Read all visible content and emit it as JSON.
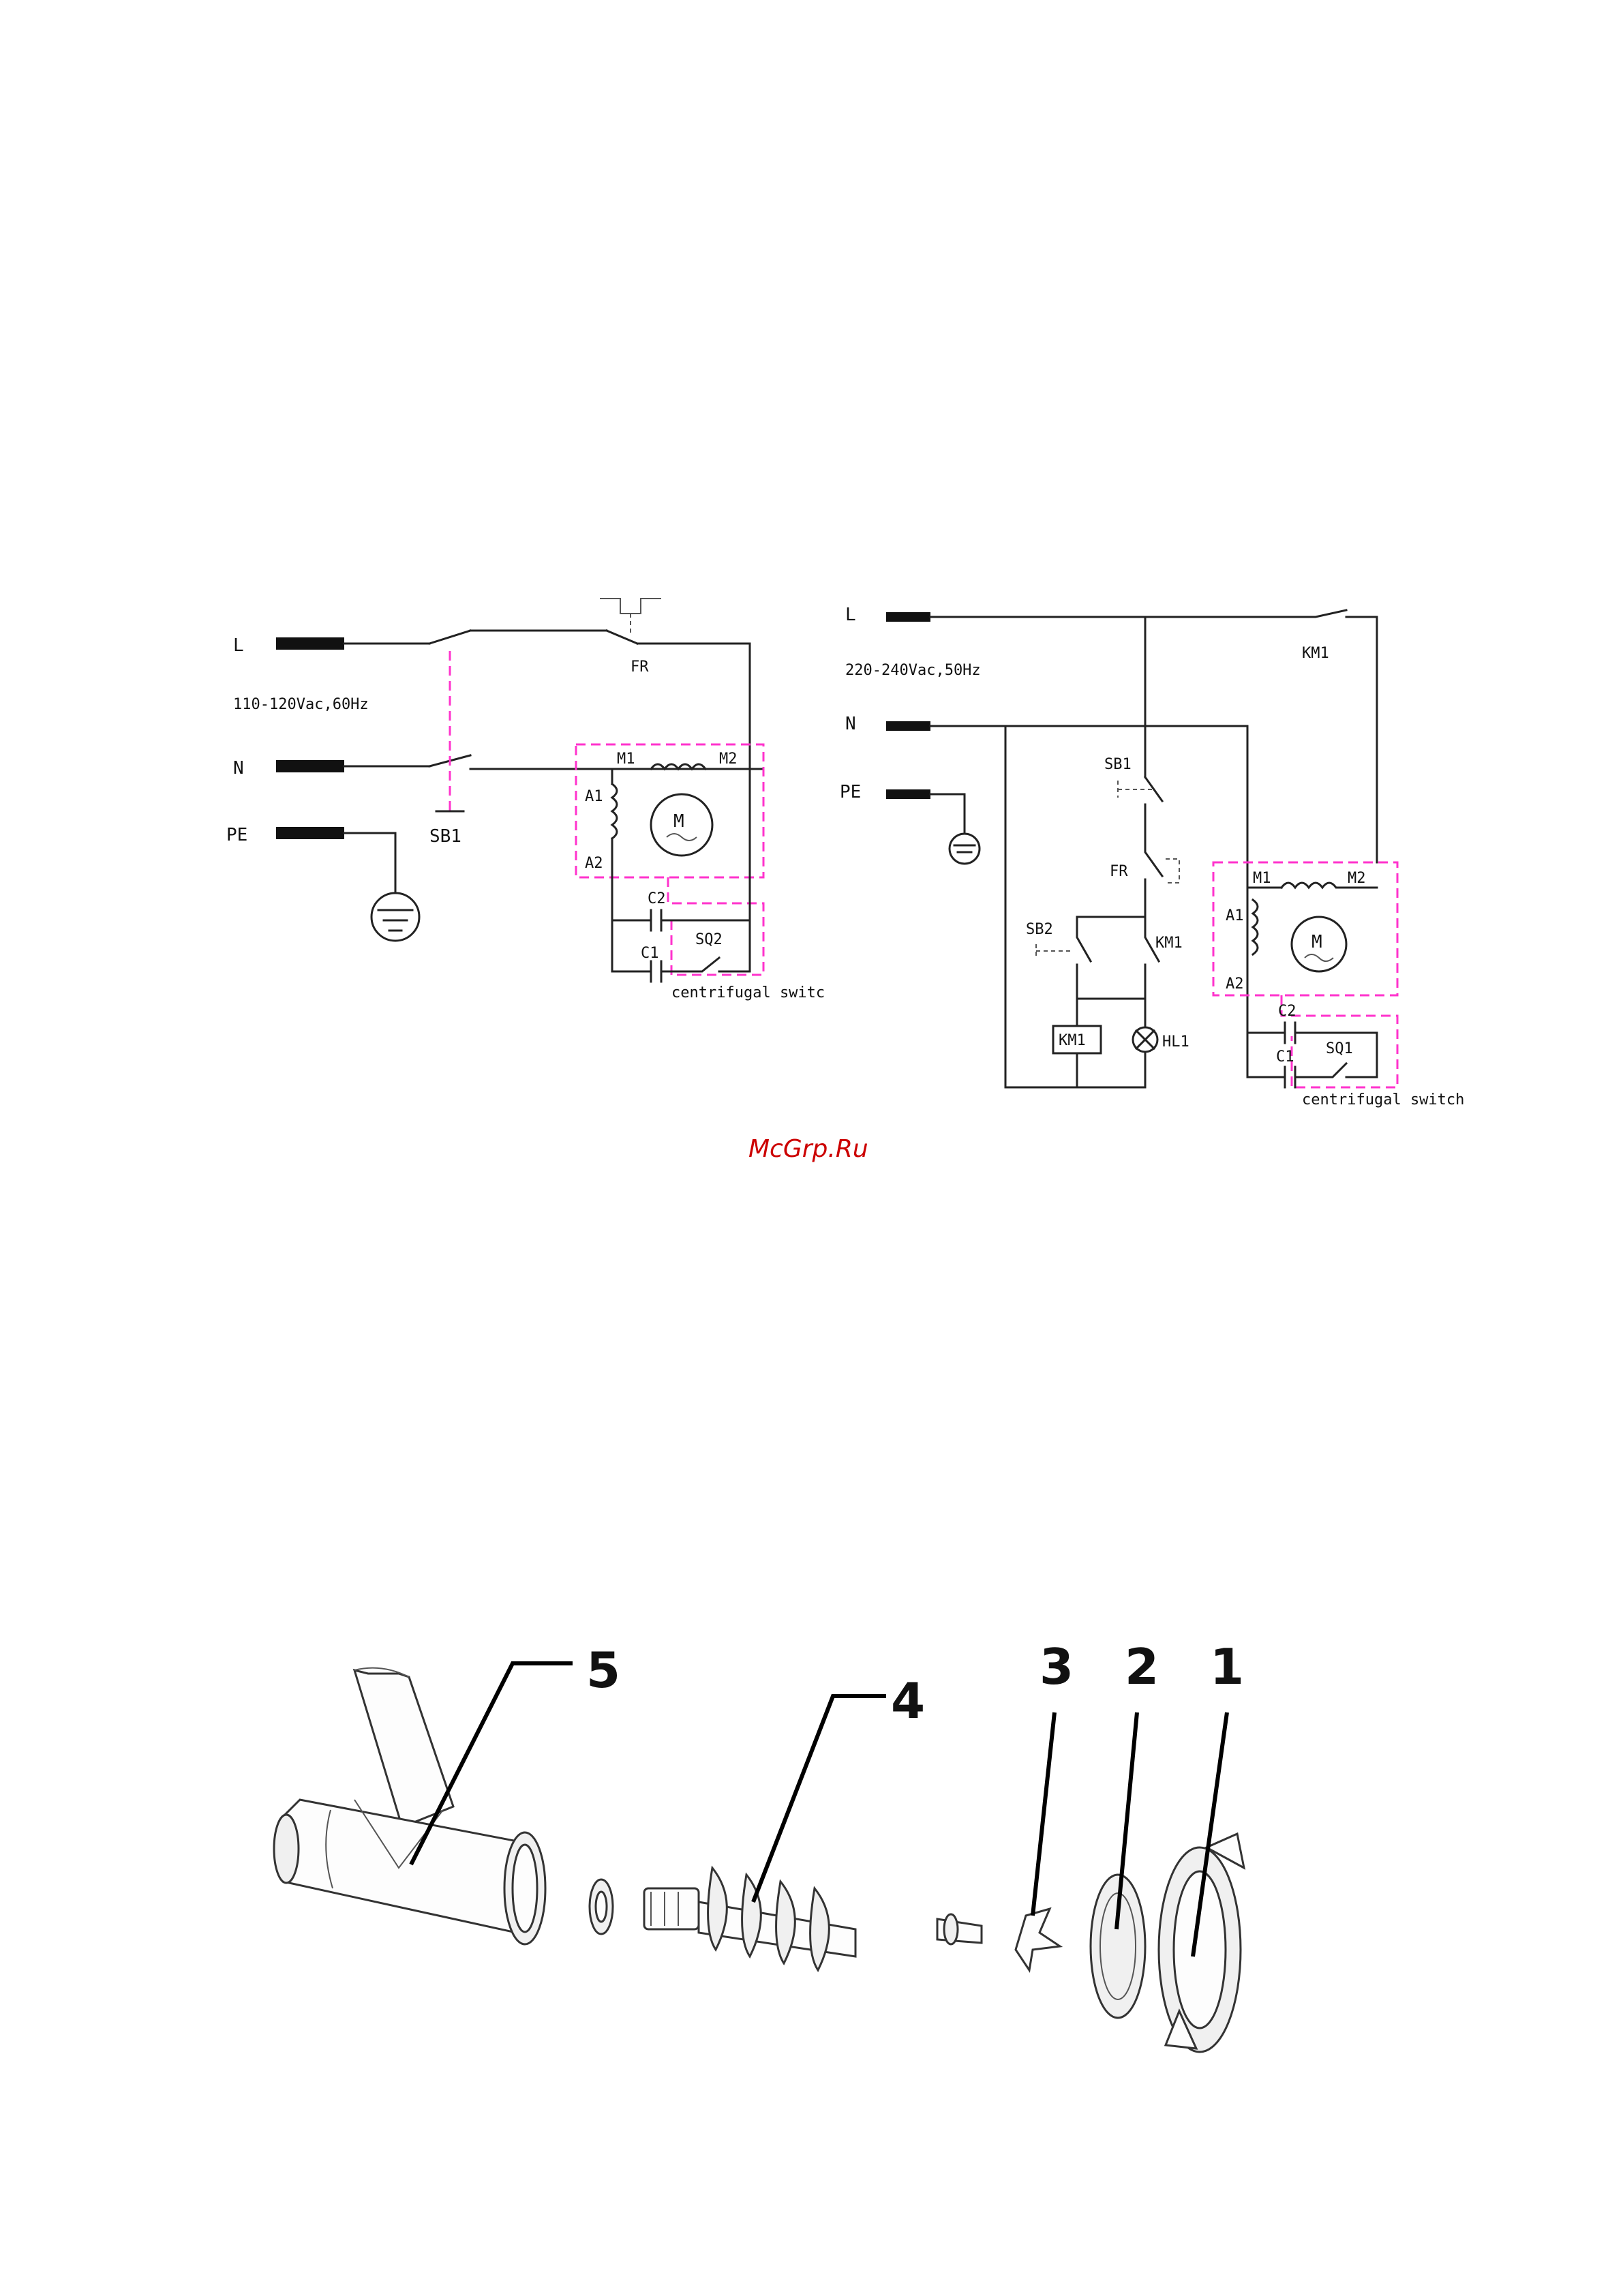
{
  "diagram_left": {
    "terminals": {
      "l": "L",
      "n": "N",
      "pe": "PE"
    },
    "supply": "110-120Vac,60Hz",
    "components": {
      "fr": "FR",
      "sb1": "SB1",
      "m1": "M1",
      "m2": "M2",
      "a1": "A1",
      "a2": "A2",
      "c1": "C1",
      "c2": "C2",
      "sq2": "SQ2",
      "motor": "M",
      "centrifugal": "centrifugal switc"
    }
  },
  "diagram_right": {
    "terminals": {
      "l": "L",
      "n": "N",
      "pe": "PE"
    },
    "supply": "220-240Vac,50Hz",
    "components": {
      "km1_top": "KM1",
      "sb1": "SB1",
      "fr": "FR",
      "sb2": "SB2",
      "km1_contact": "KM1",
      "km1_coil": "KM1",
      "hl1": "HL1",
      "m1": "M1",
      "m2": "M2",
      "a1": "A1",
      "a2": "A2",
      "c1": "C1",
      "c2": "C2",
      "sq1": "SQ1",
      "motor": "M",
      "centrifugal": "centrifugal switch"
    }
  },
  "watermark": "McGrp.Ru",
  "parts": {
    "p1": "1",
    "p2": "2",
    "p3": "3",
    "p4": "4",
    "p5": "5"
  },
  "colors": {
    "dashed_enclosure": "#ff33cc",
    "watermark": "#cc0000",
    "wire": "#222222"
  }
}
